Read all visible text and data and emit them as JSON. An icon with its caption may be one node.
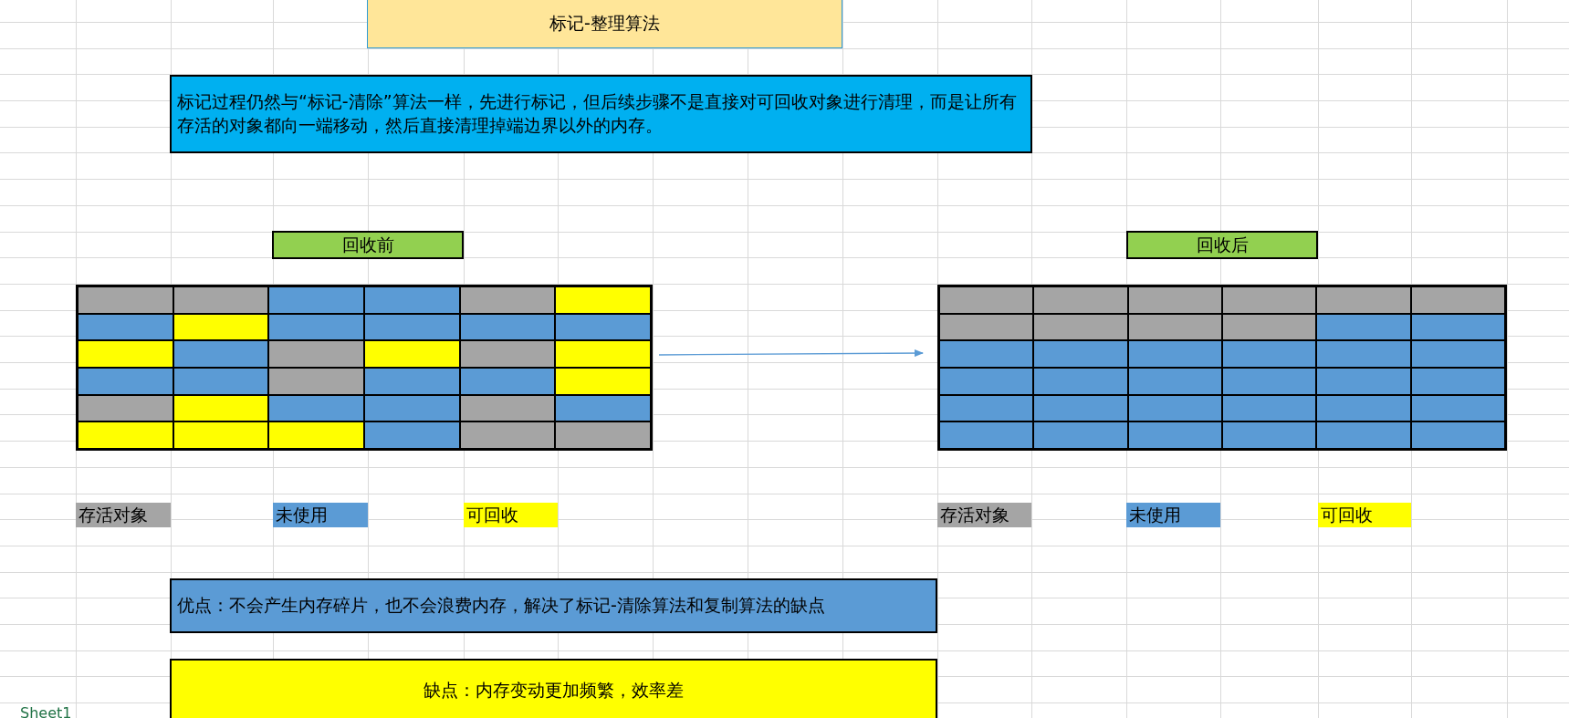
{
  "diagram": {
    "nodes": [
      {
        "text": [
          "标记-整理算法"
        ]
      },
      {
        "text": [
          "标记过程仍然与“标记-清除”算法一样，先进行标记，但后续步骤不是直接对可回收对象进行清理，而是让所有存活的对象都向一端移动，然后直接清理掉端边界以外的内存。"
        ]
      },
      {
        "text": [
          "回收前"
        ]
      },
      {
        "text": [
          "回收后"
        ]
      },
      {
        "text": [],
        "shape": "box"
      },
      {
        "text": [],
        "shape": "box"
      },
      {
        "text": [
          "优点：不会产生内存碎片，也不会浪费内存，解决了标记-清除算法和复制算法的缺点"
        ]
      },
      {
        "text": [
          "缺点：内存变动更加频繁，效率差"
        ]
      }
    ],
    "edges": [
      {
        "from": 4,
        "to": 5,
        "arrow": "to"
      }
    ],
    "labels": [
      "Sheet1"
    ],
    "legend": [
      {
        "text": "存活对象",
        "color": "#a5a5a5"
      },
      {
        "text": "未使用",
        "color": "#5b9bd5"
      },
      {
        "text": "可回收",
        "color": "#ffff00"
      },
      {
        "text": "存活对象",
        "color": "#a5a5a5"
      },
      {
        "text": "未使用",
        "color": "#5b9bd5"
      },
      {
        "text": "可回收",
        "color": "#ffff00"
      }
    ]
  }
}
